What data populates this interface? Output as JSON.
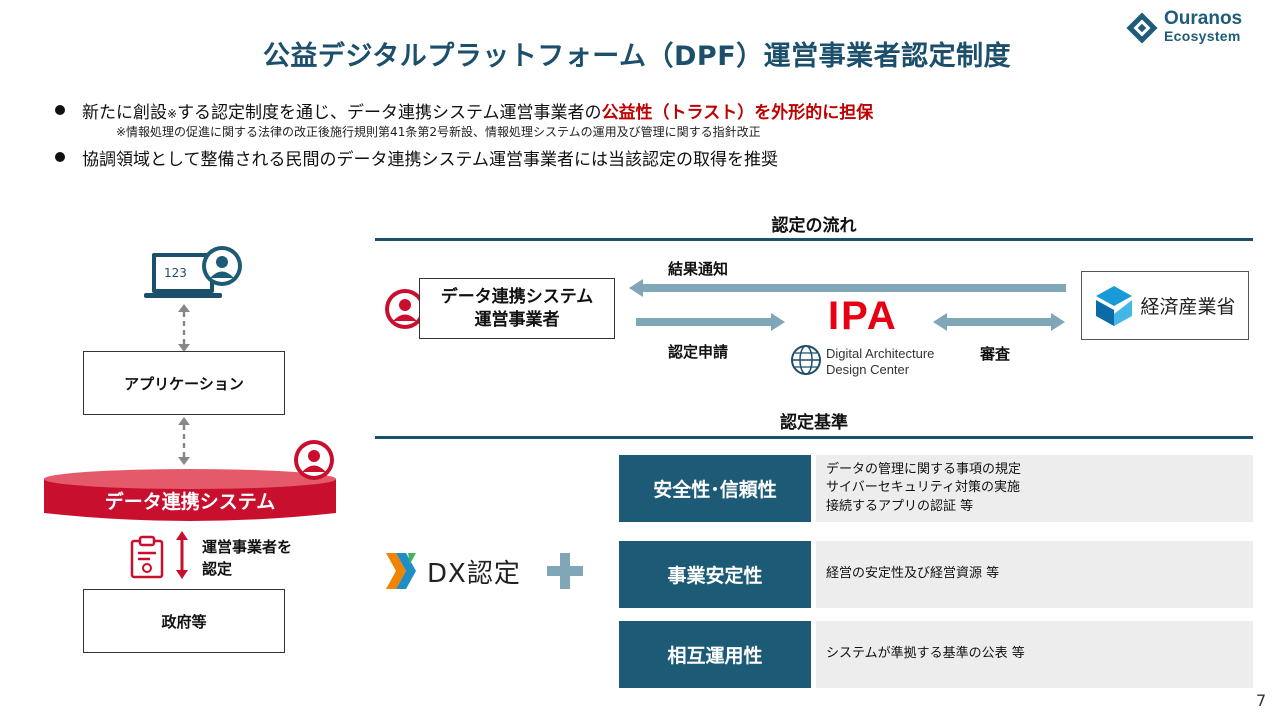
{
  "header": {
    "title": "公益デジタルプラットフォーム（DPF）運営事業者認定制度",
    "logo_line1": "Ouranos",
    "logo_line2": "Ecosystem"
  },
  "bullets": {
    "b1_pre": "新たに創設",
    "b1_mark": "※",
    "b1_mid": "する認定制度を通じ、データ連携システム運営事業者の",
    "b1_emph": "公益性（トラスト）を外形的に担保",
    "note": "※情報処理の促進に関する法律の改正後施行規則第41条第2号新設、情報処理システムの運用及び管理に関する指針改正",
    "b2": "協調領域として整備される民間のデータ連携システム運営事業者には当該認定の取得を推奨"
  },
  "left_diagram": {
    "device_screen_text": "123",
    "application": "アプリケーション",
    "data_system": "データ連携システム",
    "certify_label_l1": "運営事業者を",
    "certify_label_l2": "認定",
    "government": "政府等"
  },
  "flow": {
    "heading": "認定の流れ",
    "operator_l1": "データ連携システム",
    "operator_l2": "運営事業者",
    "result_notice": "結果通知",
    "application": "認定申請",
    "review": "審査",
    "ipa_logo": "IPA",
    "ipa_sub_l1": "Digital Architecture",
    "ipa_sub_l2": "Design Center",
    "meti": "経済産業省"
  },
  "criteria": {
    "heading": "認定基準",
    "dx_label": "DX認定",
    "items": [
      {
        "label": "安全性･信頼性",
        "desc": [
          "データの管理に関する事項の規定",
          "サイバーセキュリティ対策の実施",
          "接続するアプリの認証 等"
        ]
      },
      {
        "label": "事業安定性",
        "desc": [
          "経営の安定性及び経営資源 等"
        ]
      },
      {
        "label": "相互運用性",
        "desc": [
          "システムが準拠する基準の公表 等"
        ]
      }
    ]
  },
  "footer": {
    "page_number": "7"
  },
  "colors": {
    "brand": "#1c4f6b",
    "accent_red": "#c00000",
    "arrow": "#7fa7b8",
    "criteria_fill": "#1c5a76"
  }
}
